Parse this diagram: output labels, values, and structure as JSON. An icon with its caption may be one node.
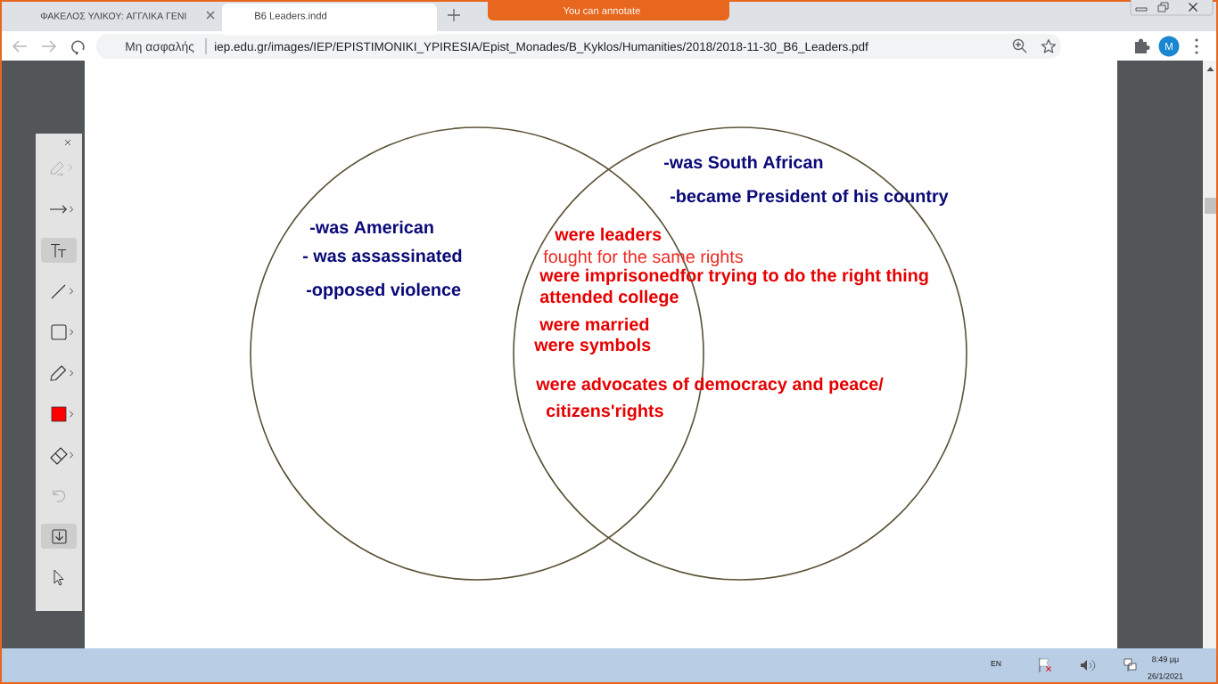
{
  "diagram": {
    "nodes": [
      {
        "text": [
          "-was American",
          "- was assassinated",
          "-opposed violence"
        ]
      },
      {
        "text": [
          "-was South African",
          "-became President of his country"
        ]
      }
    ],
    "labels": [
      "ΦΑΚΕΛΟΣ ΥΛΙΚΟΥ: ΑΓΓΛΙΚΑ ΓΕΝΙ",
      "B6 Leaders.indd",
      "You can annotate",
      "Μη ασφαλής",
      "iep.edu.gr/images/IEP/EPISTIMONIKI_YPIRESIA/Epist_Monades/B_Kyklos/Humanities/2018/2018-11-30_B6_Leaders.pdf",
      "M",
      "were leaders",
      "fought for the same rights",
      "were imprisonedfor trying to do the right thing",
      "attended college",
      "were married",
      "were symbols",
      "were advocates of democracy and peace/",
      "citizens'rights",
      "EN",
      "8:49 μμ",
      "26/1/2021"
    ]
  }
}
